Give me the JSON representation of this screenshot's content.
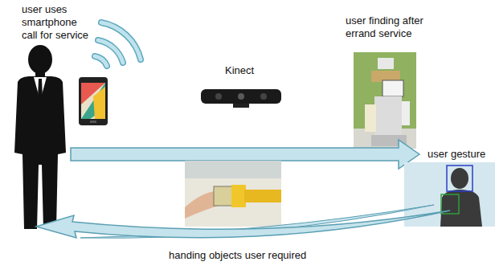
{
  "diagram": {
    "labels": [
      "user uses smartphone call for service",
      "Kinect",
      "user finding after errand service",
      "user gesture",
      "handing objects user required"
    ]
  }
}
